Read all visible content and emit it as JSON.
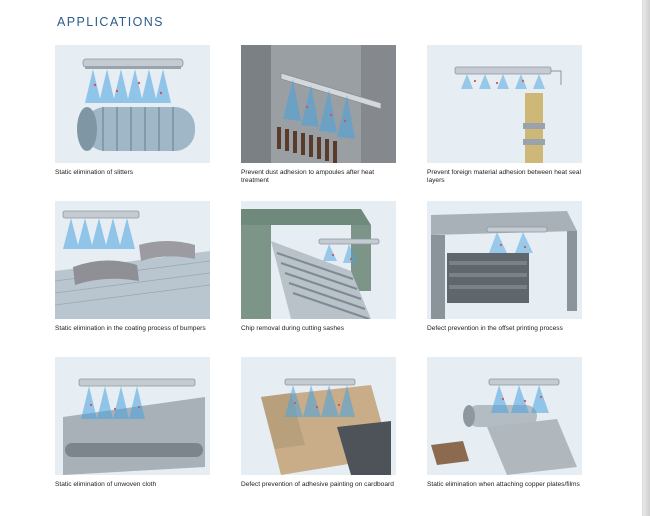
{
  "heading": "APPLICATIONS",
  "colors": {
    "heading": "#2c5c8a",
    "ion_blue": "#3a9ad9",
    "ion_red": "#d9534f",
    "tile_bg": "#e7eef3"
  },
  "applications": [
    {
      "caption": "Static elimination of slitters",
      "scene": "slitter"
    },
    {
      "caption": "Prevent dust adhesion to ampoules after heat treatment",
      "scene": "ampoules"
    },
    {
      "caption": "Prevent foreign material adhesion between heat seal layers",
      "scene": "heat-seal"
    },
    {
      "caption": "Static elimination in the coating process of bumpers",
      "scene": "bumpers"
    },
    {
      "caption": "Chip removal during cutting sashes",
      "scene": "sashes"
    },
    {
      "caption": "Defect prevention in the offset printing process",
      "scene": "offset-printing"
    },
    {
      "caption": "Static elimination of unwoven cloth",
      "scene": "unwoven-cloth"
    },
    {
      "caption": "Defect prevention of adhesive painting on cardboard",
      "scene": "cardboard"
    },
    {
      "caption": "Static elimination when attaching copper plates/films",
      "scene": "copper-films"
    }
  ]
}
